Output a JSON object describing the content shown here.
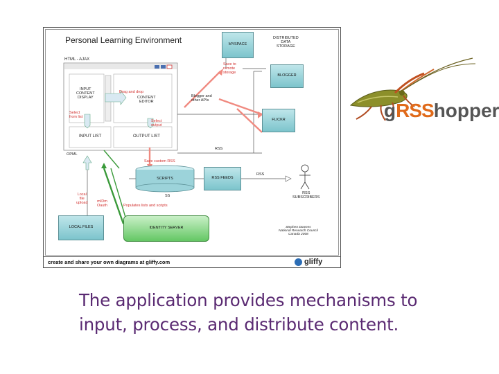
{
  "diagram": {
    "title": "Personal Learning Environment",
    "html_ajax": "HTML - AJAX",
    "myspace": "MYSPACE",
    "distributed_storage": "DISTRIBUTED\nDATA\nSTORAGE",
    "save_remote": "Save to\nremote\nstorage",
    "blogger": "BLOGGER",
    "input_content_display": "INPUT\nCONTENT\nDISPLAY",
    "drag_drop": "Drag and drop",
    "content_editor": "CONTENT\nEDITOR",
    "blogger_apis": "Blogger and\nother APIs",
    "select_from_list": "Select\nfrom list",
    "select_output": "Select\noutput",
    "flickr": "FLICKR",
    "input_list": "INPUT LIST",
    "output_list": "OUTPUT LIST",
    "opml": "OPML",
    "rss_a": "RSS",
    "save_custom_rss": "Save custom RSS",
    "scripts": "SCRIPTS",
    "rss_feeds": "RSS FEEDS",
    "rss_b": "RSS",
    "rss_subscribers": "RSS\nSUBSCRIBERS",
    "local_file_upload": "Local\nfile\nupload",
    "mldm_oauth": "mIDm\nOauth",
    "rss_c": "SS",
    "populates": "Populates lists and scripts",
    "local_files": "LOCAL FILES",
    "identity_server": "IDENTITY SERVER",
    "credit": "Stephen Downes\nNational Research Council\nCanada 2008",
    "footer_text": "create and share your own diagrams at gliffy.com",
    "footer_logo": "gliffy"
  },
  "logo": {
    "brand": "gRSShopper",
    "g": "g",
    "rss": "RSS",
    "hopper": "hopper"
  },
  "caption": "The application provides mechanisms to input, process, and distribute content.",
  "colors": {
    "caption": "#5a2a72",
    "accent_red": "#d2312f",
    "teal": "#7cc4cc",
    "green": "#64c764"
  }
}
